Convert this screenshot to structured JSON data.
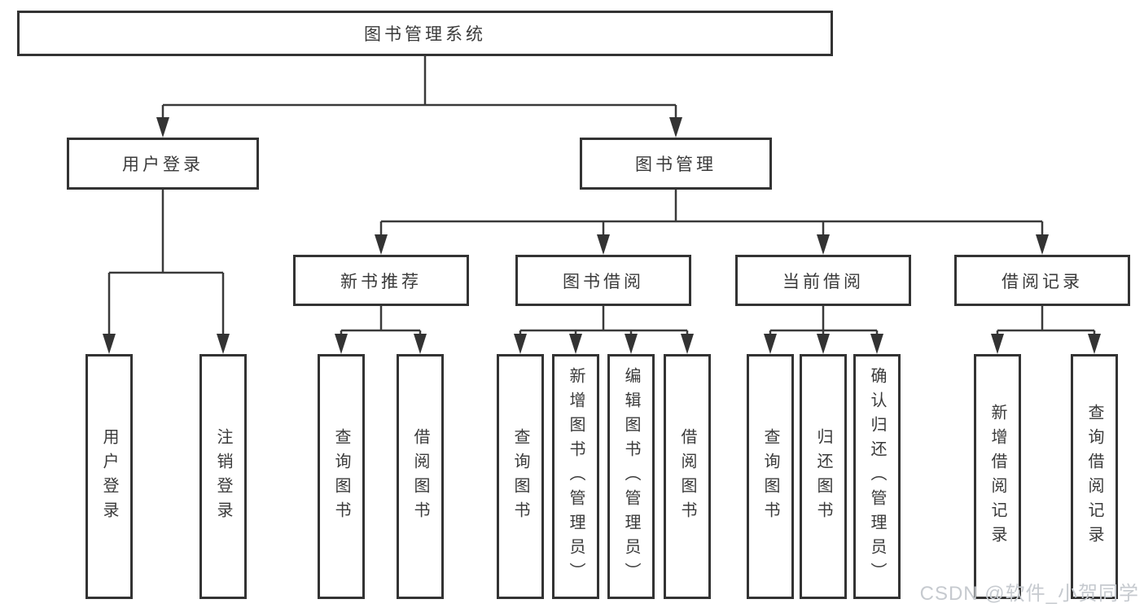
{
  "tree": {
    "root": "图书管理系统",
    "children": [
      {
        "label": "用户登录",
        "children": [
          {
            "label": "用户登录"
          },
          {
            "label": "注销登录"
          }
        ]
      },
      {
        "label": "图书管理",
        "children": [
          {
            "label": "新书推荐",
            "children": [
              {
                "label": "查询图书"
              },
              {
                "label": "借阅图书"
              }
            ]
          },
          {
            "label": "图书借阅",
            "children": [
              {
                "label": "查询图书"
              },
              {
                "label": "新增图书（管理员）"
              },
              {
                "label": "编辑图书（管理员）"
              },
              {
                "label": "借阅图书"
              }
            ]
          },
          {
            "label": "当前借阅",
            "children": [
              {
                "label": "查询图书"
              },
              {
                "label": "归还图书"
              },
              {
                "label": "确认归还（管理员）"
              }
            ]
          },
          {
            "label": "借阅记录",
            "children": [
              {
                "label": "新增借阅记录"
              },
              {
                "label": "查询借阅记录"
              }
            ]
          }
        ]
      }
    ]
  },
  "watermark": {
    "text": "CSDN @软件_小贺同学"
  },
  "colors": {
    "line": "#3a3a3a",
    "border": "#333333",
    "text": "#3a3a3a",
    "watermark": "#c6cacf",
    "background": "#ffffff"
  }
}
